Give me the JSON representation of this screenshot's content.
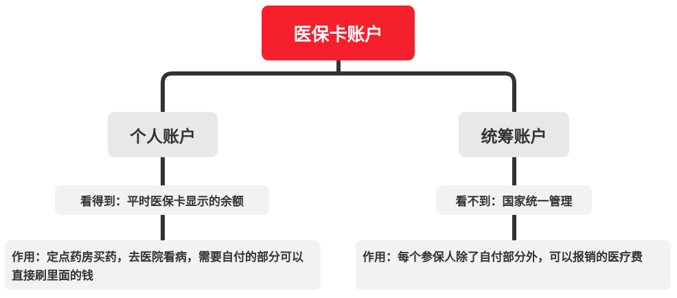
{
  "colors": {
    "root_fill": "#f5202c",
    "connector": "#333333",
    "branch_fill": "#e8e8e8",
    "leaf_fill": "#f2f2f2"
  },
  "root": {
    "label": "医保卡账户"
  },
  "branches": [
    {
      "label": "个人账户",
      "details": [
        "看得到：平时医保卡显示的余额",
        "作用：定点药房买药，去医院看病，需要自付的部分可以直接刷里面的钱"
      ]
    },
    {
      "label": "统筹账户",
      "details": [
        "看不到：国家统一管理",
        "作用：每个参保人除了自付部分外，可以报销的医疗费"
      ]
    }
  ]
}
